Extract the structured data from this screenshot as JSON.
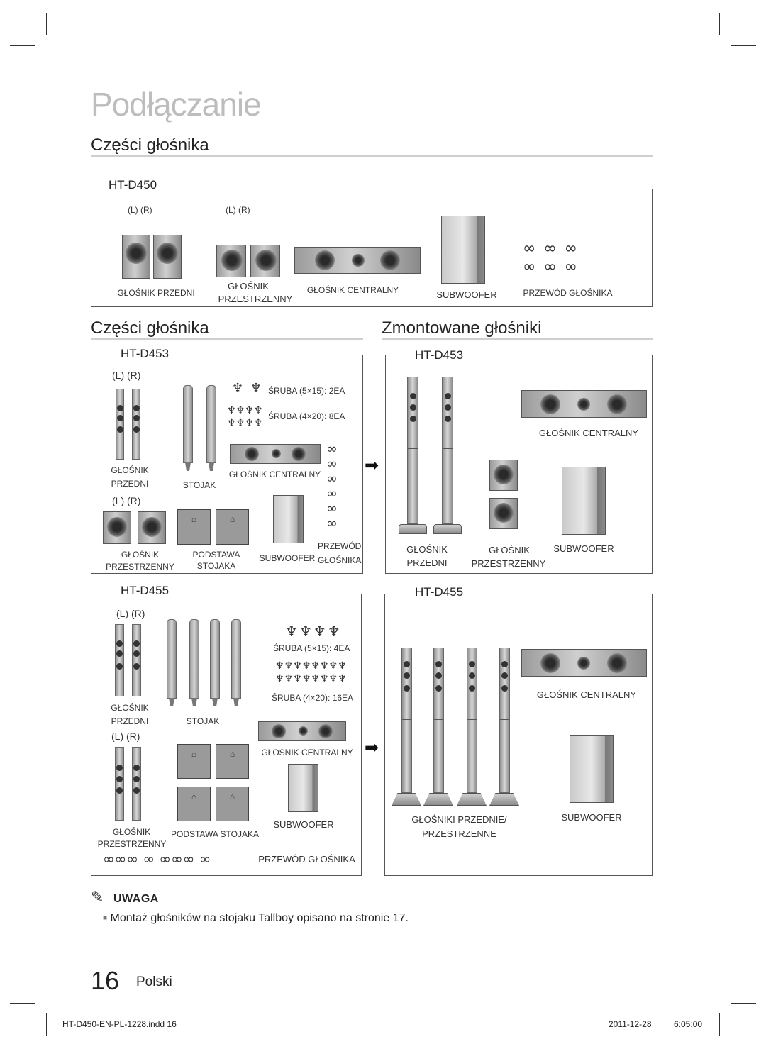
{
  "chapter_title": "Podłączanie",
  "sections": {
    "parts_top_title": "Części głośnika",
    "parts_left_title": "Części głośnika",
    "assembled_title": "Zmontowane głośniki"
  },
  "ht_d450": {
    "model": "HT-D450",
    "front_lr": "(L)   (R)",
    "surround_lr": "(L)   (R)",
    "labels": {
      "front": "GŁOŚNIK PRZEDNI",
      "surround_1": "GŁOŚNIK",
      "surround_2": "PRZESTRZENNY",
      "center": "GŁOŚNIK CENTRALNY",
      "subwoofer": "SUBWOOFER",
      "cable": "PRZEWÓD GŁOŚNIKA"
    }
  },
  "ht_d453_parts": {
    "model": "HT-D453",
    "lr_front": "(L)  (R)",
    "lr_surround": "(L)      (R)",
    "labels": {
      "screw_5x15": "ŚRUBA (5×15): 2EA",
      "screw_4x20": "ŚRUBA (4×20): 8EA",
      "front_1": "GŁOŚNIK",
      "front_2": "PRZEDNI",
      "stand": "STOJAK",
      "center": "GŁOŚNIK CENTRALNY",
      "surround_1": "GŁOŚNIK",
      "surround_2": "PRZESTRZENNY",
      "base_1": "PODSTAWA",
      "base_2": "STOJAKA",
      "subwoofer": "SUBWOOFER",
      "cable_1": "PRZEWÓD",
      "cable_2": "GŁOŚNIKA"
    }
  },
  "ht_d453_assembled": {
    "model": "HT-D453",
    "labels": {
      "center": "GŁOŚNIK CENTRALNY",
      "front_1": "GŁOŚNIK",
      "front_2": "PRZEDNI",
      "surround_1": "GŁOŚNIK",
      "surround_2": "PRZESTRZENNY",
      "subwoofer": "SUBWOOFER"
    }
  },
  "ht_d455_parts": {
    "model": "HT-D455",
    "lr_front": "(L) (R)",
    "lr_surround": "(L)  (R)",
    "labels": {
      "screw_5x15": "ŚRUBA (5×15): 4EA",
      "screw_4x20": "ŚRUBA (4×20): 16EA",
      "front_1": "GŁOŚNIK",
      "front_2": "PRZEDNI",
      "stand": "STOJAK",
      "center": "GŁOŚNIK CENTRALNY",
      "surround_1": "GŁOŚNIK",
      "surround_2": "PRZESTRZENNY",
      "base": "PODSTAWA STOJAKA",
      "subwoofer": "SUBWOOFER",
      "cable": "PRZEWÓD GŁOŚNIKA"
    }
  },
  "ht_d455_assembled": {
    "model": "HT-D455",
    "labels": {
      "center": "GŁOŚNIK CENTRALNY",
      "front_surround_1": "GŁOŚNIKI PRZEDNIE/",
      "front_surround_2": "PRZESTRZENNE",
      "subwoofer": "SUBWOOFER"
    }
  },
  "note": {
    "title": "UWAGA",
    "bullet": "■",
    "text": "Montaż głośników na stojaku Tallboy opisano na stronie 17."
  },
  "page": {
    "number": "16",
    "language": "Polski"
  },
  "footer": {
    "file": "HT-D450-EN-PL-1228.indd   16",
    "date": "2011-12-28",
    "time": "6:05:00"
  },
  "glyphs": {
    "cable": "∞",
    "screw": "♆",
    "arrow": "➡",
    "note_icon": "✎"
  }
}
